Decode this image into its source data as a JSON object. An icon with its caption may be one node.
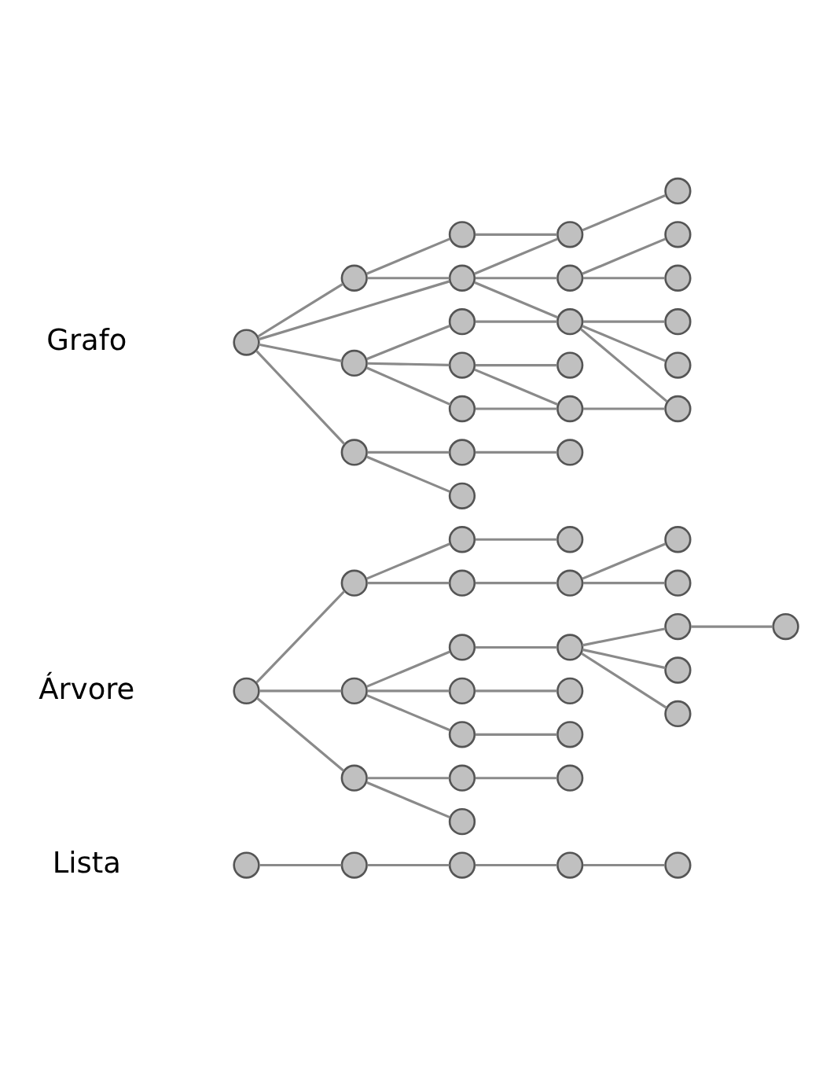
{
  "diagram": {
    "nodes": [
      {
        "text": [],
        "shape": "circle"
      },
      {
        "text": [],
        "shape": "circle"
      },
      {
        "text": [],
        "shape": "circle"
      },
      {
        "text": [],
        "shape": "circle"
      },
      {
        "text": [],
        "shape": "circle"
      },
      {
        "text": [],
        "shape": "circle"
      },
      {
        "text": [],
        "shape": "circle"
      },
      {
        "text": [],
        "shape": "circle"
      },
      {
        "text": [],
        "shape": "circle"
      },
      {
        "text": [],
        "shape": "circle"
      },
      {
        "text": [],
        "shape": "circle"
      },
      {
        "text": [],
        "shape": "circle"
      },
      {
        "text": [],
        "shape": "circle"
      },
      {
        "text": [],
        "shape": "circle"
      },
      {
        "text": [],
        "shape": "circle"
      },
      {
        "text": [],
        "shape": "circle"
      },
      {
        "text": [],
        "shape": "circle"
      },
      {
        "text": [],
        "shape": "circle"
      },
      {
        "text": [],
        "shape": "circle"
      },
      {
        "text": [],
        "shape": "circle"
      },
      {
        "text": [],
        "shape": "circle"
      },
      {
        "text": [],
        "shape": "circle"
      },
      {
        "text": [],
        "shape": "circle"
      },
      {
        "text": [],
        "shape": "circle"
      },
      {
        "text": [],
        "shape": "circle"
      },
      {
        "text": [],
        "shape": "circle"
      },
      {
        "text": [],
        "shape": "circle"
      },
      {
        "text": [],
        "shape": "circle"
      },
      {
        "text": [],
        "shape": "circle"
      },
      {
        "text": [],
        "shape": "circle"
      },
      {
        "text": [],
        "shape": "circle"
      },
      {
        "text": [],
        "shape": "circle"
      },
      {
        "text": [],
        "shape": "circle"
      },
      {
        "text": [],
        "shape": "circle"
      },
      {
        "text": [],
        "shape": "circle"
      },
      {
        "text": [],
        "shape": "circle"
      },
      {
        "text": [],
        "shape": "circle"
      },
      {
        "text": [],
        "shape": "circle"
      },
      {
        "text": [],
        "shape": "circle"
      },
      {
        "text": [],
        "shape": "circle"
      },
      {
        "text": [],
        "shape": "circle"
      },
      {
        "text": [],
        "shape": "circle"
      },
      {
        "text": [],
        "shape": "circle"
      },
      {
        "text": [],
        "shape": "circle"
      },
      {
        "text": [],
        "shape": "circle"
      },
      {
        "text": [],
        "shape": "circle"
      },
      {
        "text": [],
        "shape": "circle"
      },
      {
        "text": [],
        "shape": "circle"
      },
      {
        "text": [],
        "shape": "circle"
      },
      {
        "text": [],
        "shape": "circle"
      },
      {
        "text": [],
        "shape": "circle"
      }
    ],
    "edges": [
      {
        "from": 0,
        "to": 1,
        "arrow": "none"
      },
      {
        "from": 1,
        "to": 2,
        "arrow": "none"
      },
      {
        "from": 2,
        "to": 3,
        "arrow": "none"
      },
      {
        "from": 3,
        "to": 4,
        "arrow": "none"
      },
      {
        "from": 5,
        "to": 6,
        "arrow": "none"
      },
      {
        "from": 5,
        "to": 7,
        "arrow": "none"
      },
      {
        "from": 5,
        "to": 8,
        "arrow": "none"
      },
      {
        "from": 6,
        "to": 9,
        "arrow": "none"
      },
      {
        "from": 6,
        "to": 10,
        "arrow": "none"
      },
      {
        "from": 7,
        "to": 11,
        "arrow": "none"
      },
      {
        "from": 7,
        "to": 12,
        "arrow": "none"
      },
      {
        "from": 7,
        "to": 13,
        "arrow": "none"
      },
      {
        "from": 8,
        "to": 14,
        "arrow": "none"
      },
      {
        "from": 8,
        "to": 15,
        "arrow": "none"
      },
      {
        "from": 9,
        "to": 16,
        "arrow": "none"
      },
      {
        "from": 10,
        "to": 17,
        "arrow": "none"
      },
      {
        "from": 11,
        "to": 18,
        "arrow": "none"
      },
      {
        "from": 12,
        "to": 19,
        "arrow": "none"
      },
      {
        "from": 13,
        "to": 20,
        "arrow": "none"
      },
      {
        "from": 14,
        "to": 21,
        "arrow": "none"
      },
      {
        "from": 17,
        "to": 22,
        "arrow": "none"
      },
      {
        "from": 17,
        "to": 23,
        "arrow": "none"
      },
      {
        "from": 18,
        "to": 24,
        "arrow": "none"
      },
      {
        "from": 18,
        "to": 25,
        "arrow": "none"
      },
      {
        "from": 18,
        "to": 26,
        "arrow": "none"
      },
      {
        "from": 24,
        "to": 27,
        "arrow": "none"
      },
      {
        "from": 28,
        "to": 29,
        "arrow": "none"
      },
      {
        "from": 28,
        "to": 33,
        "arrow": "none"
      },
      {
        "from": 28,
        "to": 30,
        "arrow": "none"
      },
      {
        "from": 28,
        "to": 31,
        "arrow": "none"
      },
      {
        "from": 29,
        "to": 32,
        "arrow": "none"
      },
      {
        "from": 29,
        "to": 33,
        "arrow": "none"
      },
      {
        "from": 30,
        "to": 34,
        "arrow": "none"
      },
      {
        "from": 30,
        "to": 35,
        "arrow": "none"
      },
      {
        "from": 30,
        "to": 36,
        "arrow": "none"
      },
      {
        "from": 31,
        "to": 37,
        "arrow": "none"
      },
      {
        "from": 31,
        "to": 38,
        "arrow": "none"
      },
      {
        "from": 32,
        "to": 39,
        "arrow": "none"
      },
      {
        "from": 33,
        "to": 39,
        "arrow": "none"
      },
      {
        "from": 33,
        "to": 40,
        "arrow": "none"
      },
      {
        "from": 33,
        "to": 41,
        "arrow": "none"
      },
      {
        "from": 34,
        "to": 41,
        "arrow": "none"
      },
      {
        "from": 35,
        "to": 42,
        "arrow": "none"
      },
      {
        "from": 35,
        "to": 43,
        "arrow": "none"
      },
      {
        "from": 36,
        "to": 43,
        "arrow": "none"
      },
      {
        "from": 37,
        "to": 44,
        "arrow": "none"
      },
      {
        "from": 39,
        "to": 45,
        "arrow": "none"
      },
      {
        "from": 40,
        "to": 46,
        "arrow": "none"
      },
      {
        "from": 40,
        "to": 47,
        "arrow": "none"
      },
      {
        "from": 41,
        "to": 48,
        "arrow": "none"
      },
      {
        "from": 41,
        "to": 49,
        "arrow": "none"
      },
      {
        "from": 41,
        "to": 50,
        "arrow": "none"
      },
      {
        "from": 43,
        "to": 50,
        "arrow": "none"
      }
    ],
    "labels": [
      "Lista",
      "Árvore",
      "Grafo"
    ]
  }
}
